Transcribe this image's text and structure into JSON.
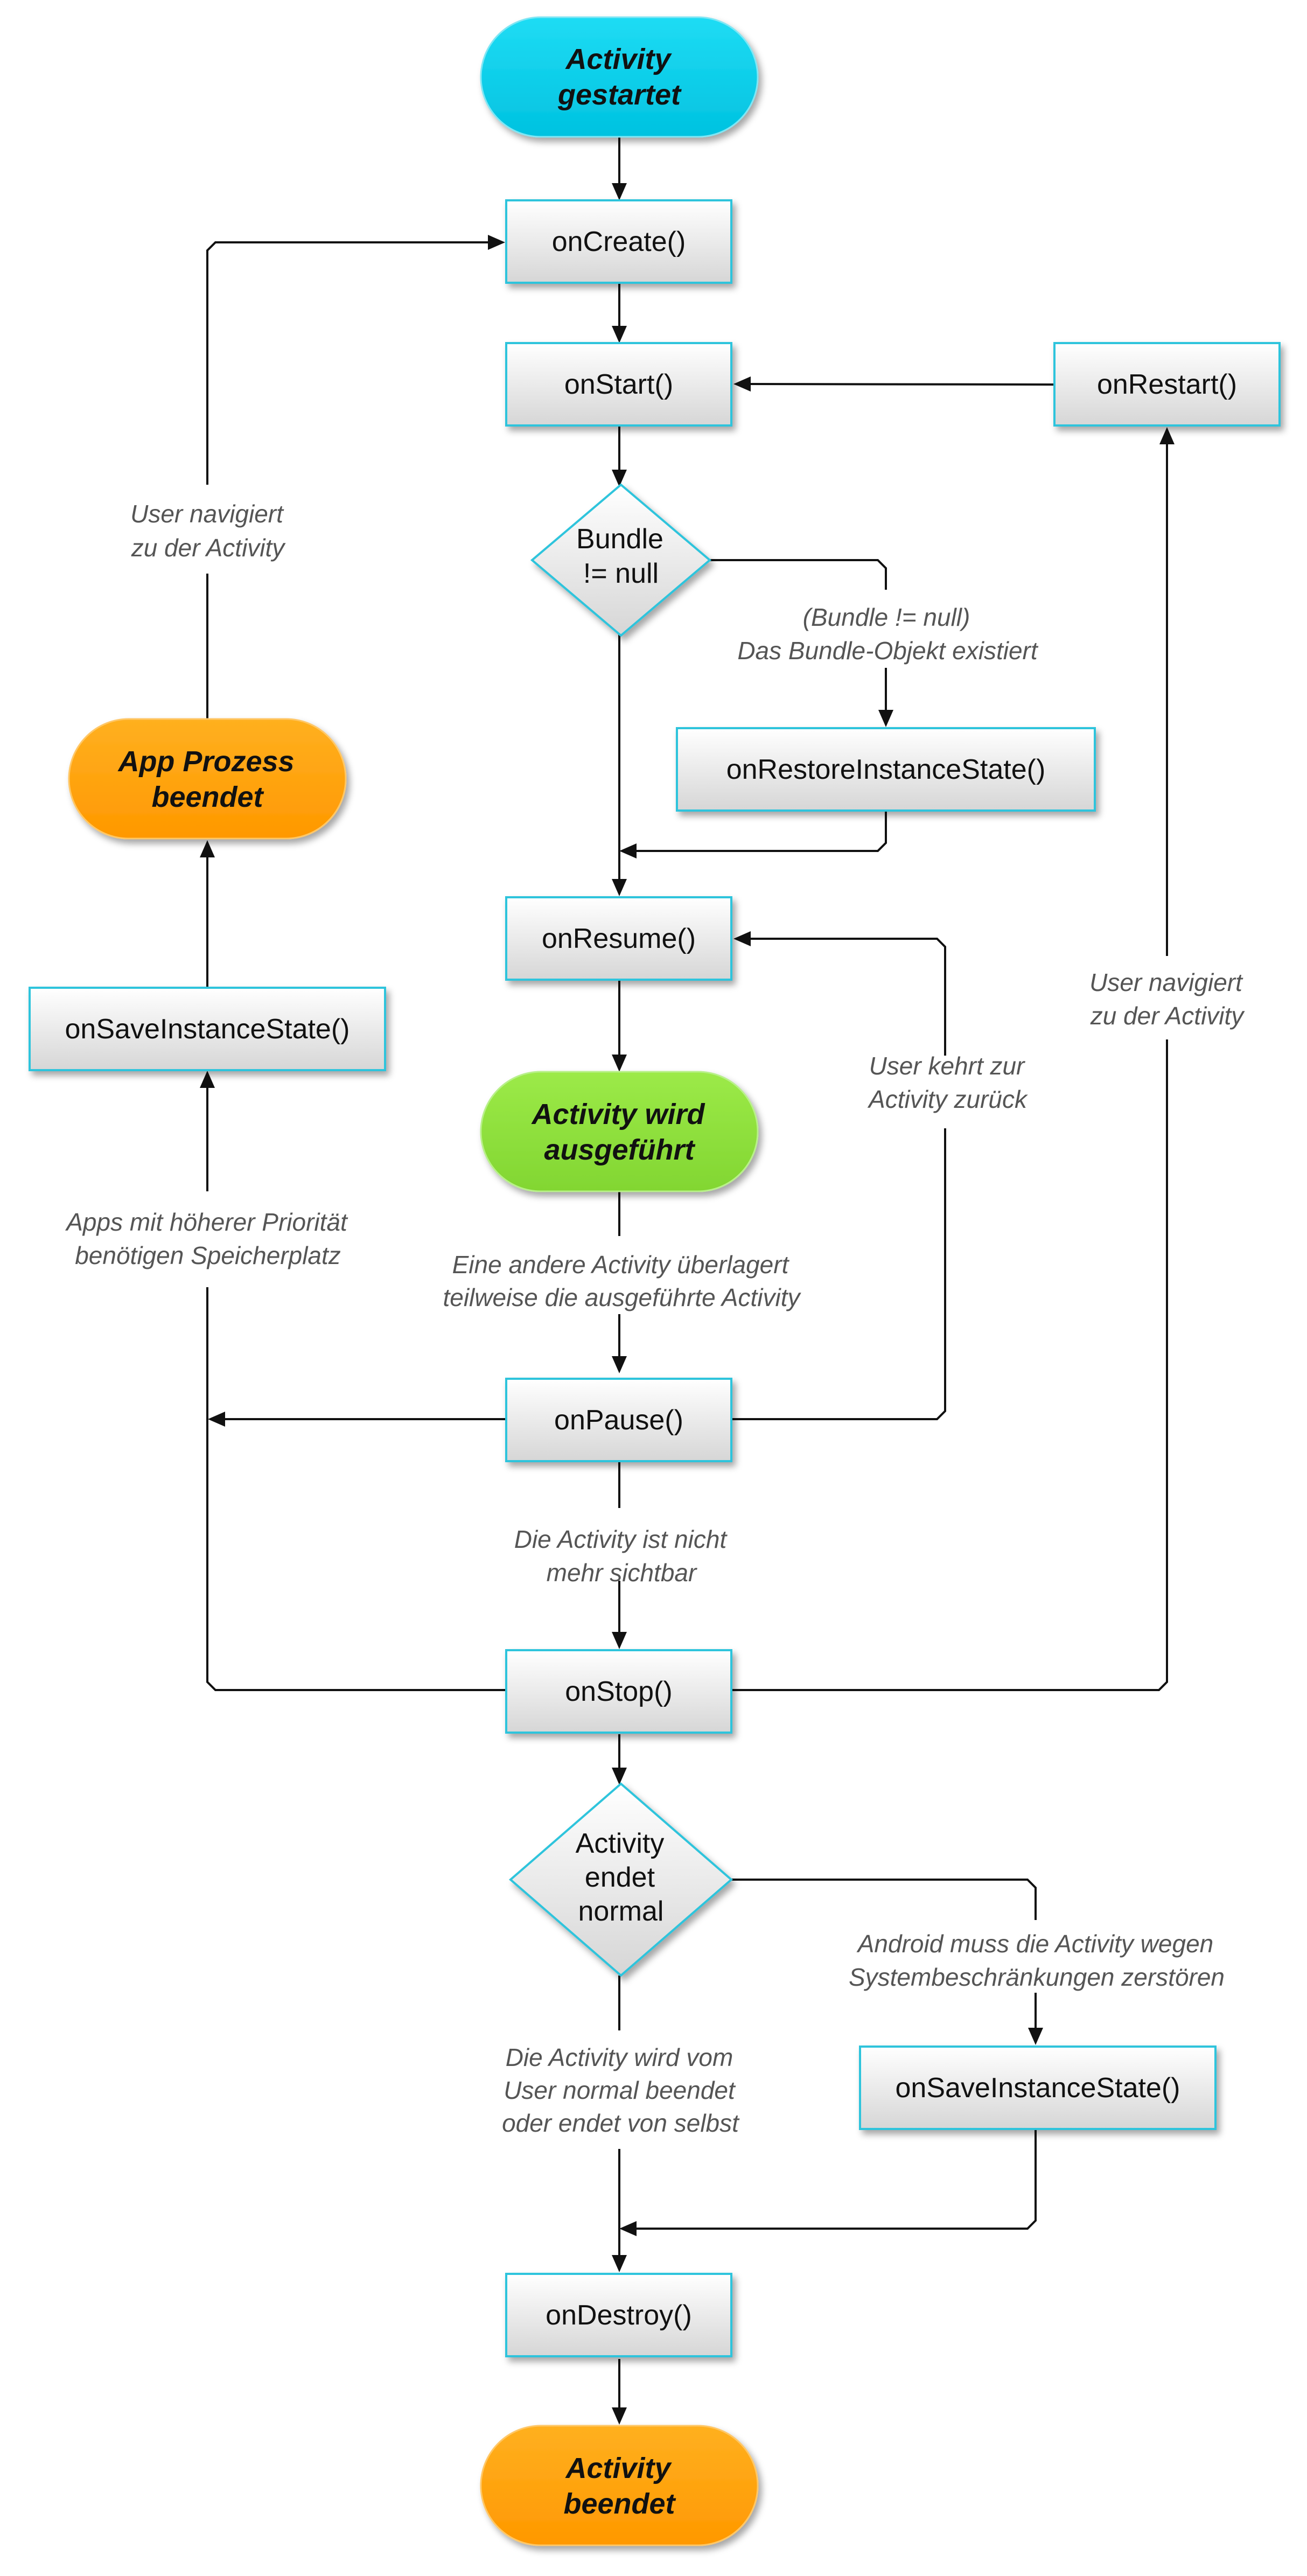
{
  "colors": {
    "process_fill_top": "#ffffff",
    "process_fill_bottom": "#d9d9d9",
    "process_border": "#2ec4dc",
    "terminal_cyan": "#00cce8",
    "terminal_orange": "#ffa200",
    "terminal_green": "#8fe03c",
    "connector": "#111111",
    "label_text": "#555555"
  },
  "terminals": {
    "activity_started": [
      "Activity",
      "gestartet"
    ],
    "app_process_ended": [
      "App Prozess",
      "beendet"
    ],
    "activity_running": [
      "Activity wird",
      "ausgeführt"
    ],
    "activity_ended": [
      "Activity",
      "beendet"
    ]
  },
  "methods": {
    "on_create": "onCreate()",
    "on_start": "onStart()",
    "on_restart": "onRestart()",
    "on_restore_instance_state": "onRestoreInstanceState()",
    "on_resume": "onResume()",
    "on_save_instance_state_left": "onSaveInstanceState()",
    "on_pause": "onPause()",
    "on_stop": "onStop()",
    "on_save_instance_state_bottom": "onSaveInstanceState()",
    "on_destroy": "onDestroy()"
  },
  "decisions": {
    "bundle_check": [
      "Bundle",
      "!= null"
    ],
    "activity_ends_normally": [
      "Activity",
      "endet",
      "normal"
    ]
  },
  "labels": {
    "user_navigates_left": [
      "User navigiert",
      "zu der Activity"
    ],
    "bundle_exists": [
      "(Bundle != null)",
      "Das Bundle-Objekt existiert"
    ],
    "user_navigates_right": [
      "User navigiert",
      "zu der Activity"
    ],
    "user_returns": [
      "User kehrt zur",
      "Activity zurück"
    ],
    "higher_priority_apps": [
      "Apps mit höherer Priorität",
      "benötigen Speicherplatz"
    ],
    "other_activity_overlays": [
      "Eine andere Activity überlagert",
      "teilweise die ausgeführte Activity"
    ],
    "activity_not_visible": [
      "Die Activity ist nicht",
      "mehr sichtbar"
    ],
    "android_must_destroy": [
      "Android muss die Activity wegen",
      "Systembeschränkungen zerstören"
    ],
    "activity_ended_by_user": [
      "Die Activity wird vom",
      "User normal beendet",
      "oder endet von selbst"
    ]
  }
}
